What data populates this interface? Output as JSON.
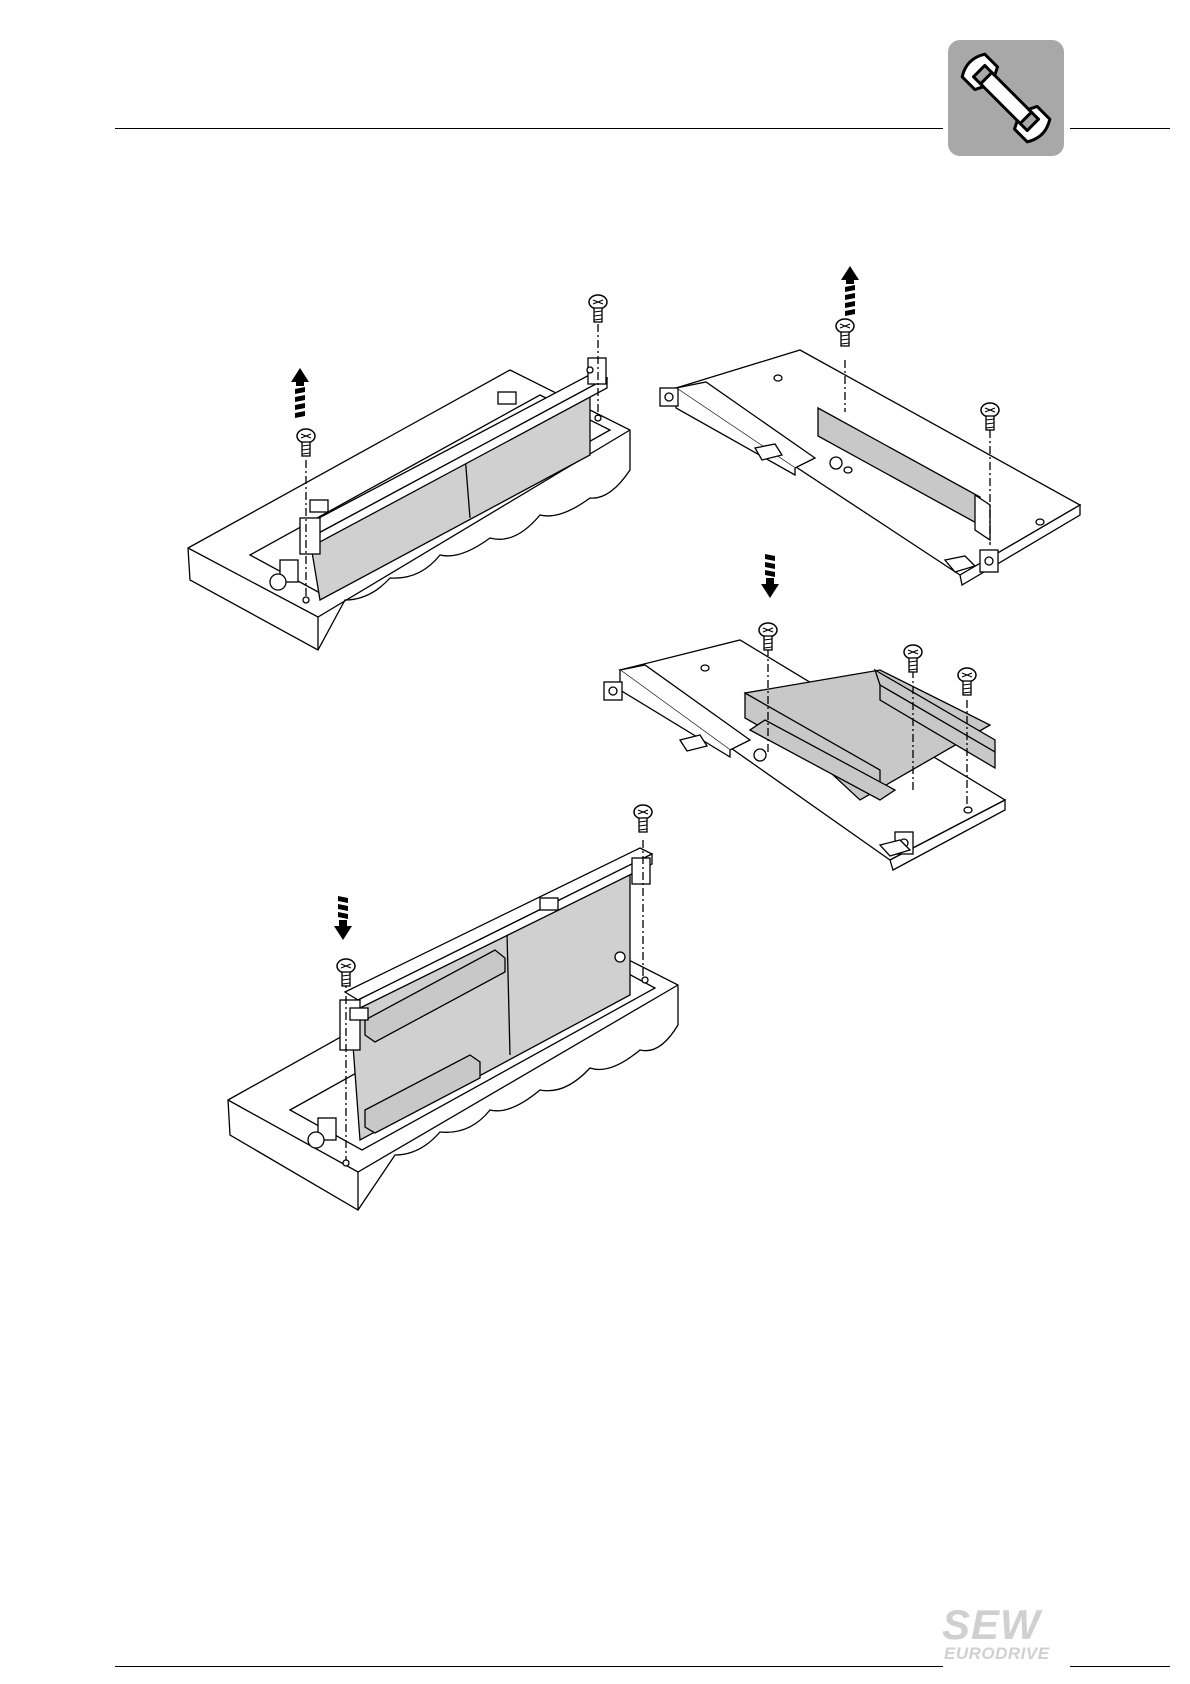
{
  "header": {
    "icon": "wrench-icon",
    "badge_color": "#a8a8a8"
  },
  "illustrations": [
    {
      "name": "remove-option-card-from-unit"
    },
    {
      "name": "remove-cover-plate-from-mounting-kit"
    },
    {
      "name": "install-option-card-on-mounting-kit"
    },
    {
      "name": "insert-mounting-kit-into-unit"
    }
  ],
  "footer": {
    "logo_main": "SEW",
    "logo_sub": "EURODRIVE",
    "logo_color": "#d0d0d0"
  }
}
